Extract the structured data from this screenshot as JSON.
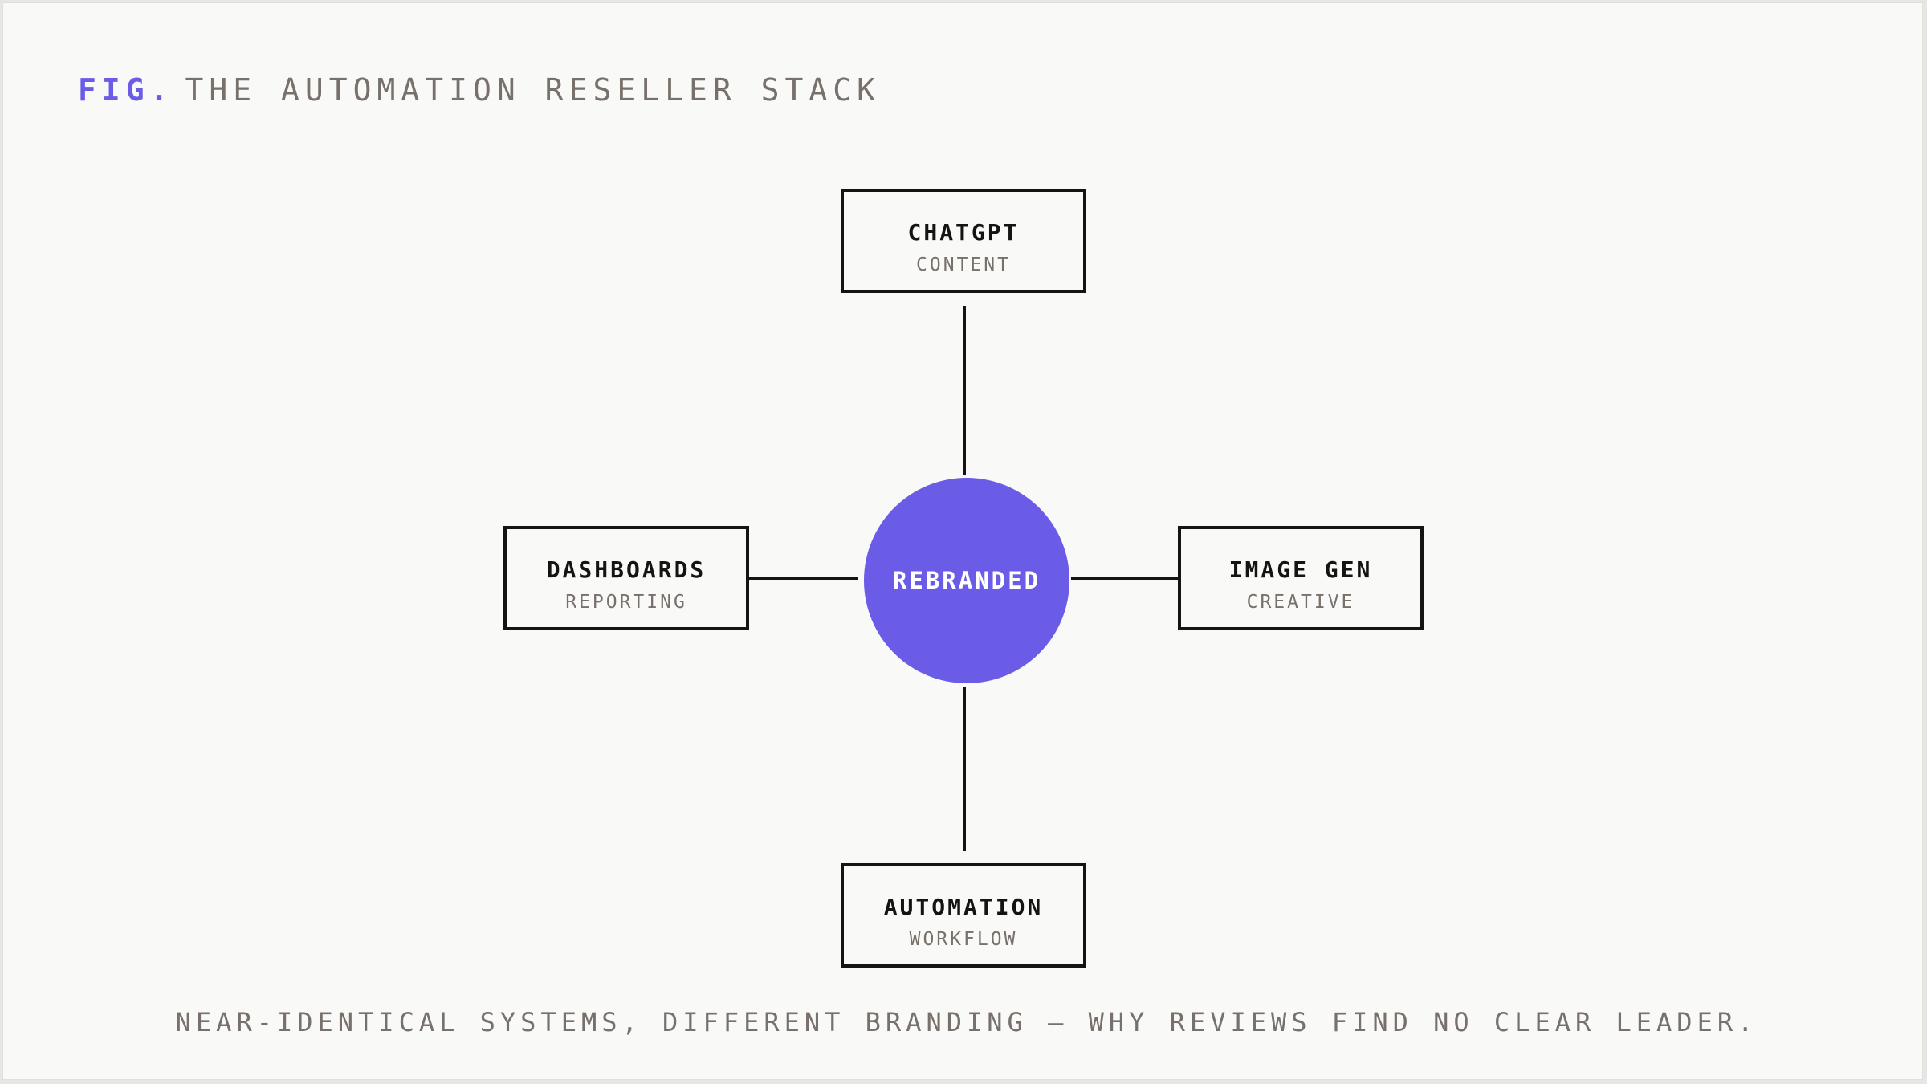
{
  "header": {
    "prefix": "FIG.",
    "title": "THE AUTOMATION RESELLER STACK"
  },
  "hub": {
    "label": "REBRANDED"
  },
  "nodes": {
    "top": {
      "label": "CHATGPT",
      "sub": "CONTENT"
    },
    "left": {
      "label": "DASHBOARDS",
      "sub": "REPORTING"
    },
    "right": {
      "label": "IMAGE GEN",
      "sub": "CREATIVE"
    },
    "bottom": {
      "label": "AUTOMATION",
      "sub": "WORKFLOW"
    }
  },
  "caption": "NEAR-IDENTICAL SYSTEMS, DIFFERENT BRANDING — WHY REVIEWS FIND NO CLEAR LEADER.",
  "colors": {
    "accent": "#6b5ce7",
    "ink": "#141414",
    "muted": "#77706b",
    "background": "#f9f9f7"
  }
}
